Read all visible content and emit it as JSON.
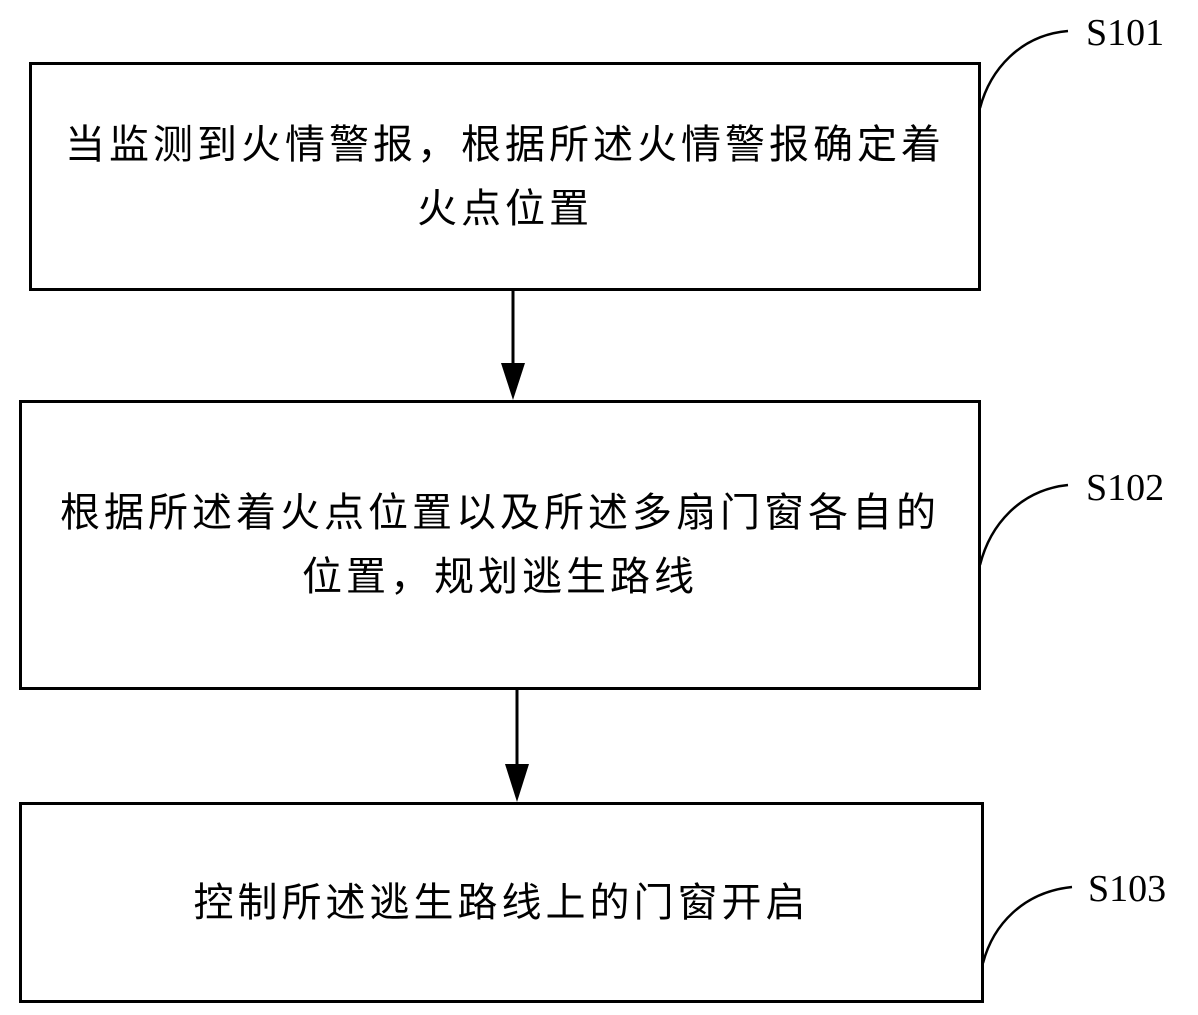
{
  "diagram": {
    "type": "flowchart",
    "steps": [
      {
        "id": "S101",
        "label": "S101",
        "text": "当监测到火情警报，根据所述火情警报确定着火点位置"
      },
      {
        "id": "S102",
        "label": "S102",
        "text": "根据所述着火点位置以及所述多扇门窗各自的位置，规划逃生路线"
      },
      {
        "id": "S103",
        "label": "S103",
        "text": "控制所述逃生路线上的门窗开启"
      }
    ],
    "edges": [
      {
        "from": "S101",
        "to": "S102"
      },
      {
        "from": "S102",
        "to": "S103"
      }
    ],
    "line_color": "#000000",
    "background_color": "#ffffff"
  }
}
